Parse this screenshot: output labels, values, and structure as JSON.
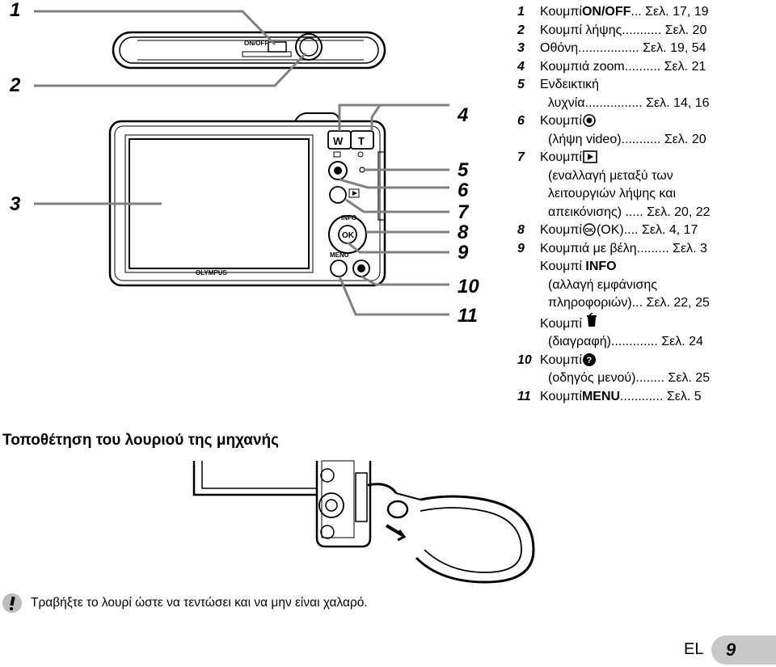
{
  "callouts": {
    "c1": "1",
    "c2": "2",
    "c3": "3",
    "c4": "4",
    "c5": "5",
    "c6": "6",
    "c7": "7",
    "c8": "8",
    "c9": "9",
    "c10": "10",
    "c11": "11"
  },
  "camera_labels": {
    "onoff": "ON/OFF",
    "w": "W",
    "t": "T",
    "info": "INFO",
    "ok": "OK",
    "menu": "MENU",
    "brand": "OLYMPUS"
  },
  "legend": {
    "r1": {
      "num": "1",
      "pre": "Κουμπί ",
      "bold": "ON/OFF",
      "post": "... Σελ. 17, 19"
    },
    "r2": {
      "num": "2",
      "text": "Κουμπί λήψης........... Σελ. 20"
    },
    "r3": {
      "num": "3",
      "text": "Οθόνη................. Σελ. 19, 54"
    },
    "r4": {
      "num": "4",
      "text": "Κουμπιά zoom.......... Σελ. 21"
    },
    "r5": {
      "num": "5",
      "text": "Ενδεικτική"
    },
    "r5b": "λυχνία................ Σελ. 14, 16",
    "r6": {
      "num": "6",
      "text": "Κουμπί "
    },
    "r6b": "(λήψη video)........... Σελ. 20",
    "r7": {
      "num": "7",
      "text": "Κουμπί "
    },
    "r7b": "(εναλλαγή μεταξύ των",
    "r7c": "λειτουργιών λήψης και",
    "r7d": "απεικόνισης) ..... Σελ. 20, 22",
    "r8": {
      "num": "8",
      "text": "Κουμπί ",
      "ok": "OK",
      "post": " (OK).... Σελ. 4, 17"
    },
    "r9": {
      "num": "9",
      "text": "Κουμπιά με βέλη......... Σελ. 3"
    },
    "r9b": {
      "pre": "Κουμπί ",
      "bold": "INFO"
    },
    "r9c": "(αλλαγή εμφάνισης",
    "r9d": "πληροφοριών)... Σελ. 22, 25",
    "r9e": "Κουμπί ",
    "r9f": "(διαγραφή)............. Σελ. 24",
    "r10": {
      "num": "10",
      "text": "Κουμπί "
    },
    "r10b": "(οδηγός μενού)........ Σελ. 25",
    "r11": {
      "num": "11",
      "pre": "Κουμπί ",
      "bold": "MENU",
      "post": "............ Σελ. 5"
    }
  },
  "section_title": "Τοποθέτηση του λουριού της μηχανής",
  "warning_text": "Τραβήξτε το λουρί ώστε να τεντώσει και να μην είναι χαλαρό.",
  "footer": {
    "lang": "EL",
    "page": "9"
  }
}
